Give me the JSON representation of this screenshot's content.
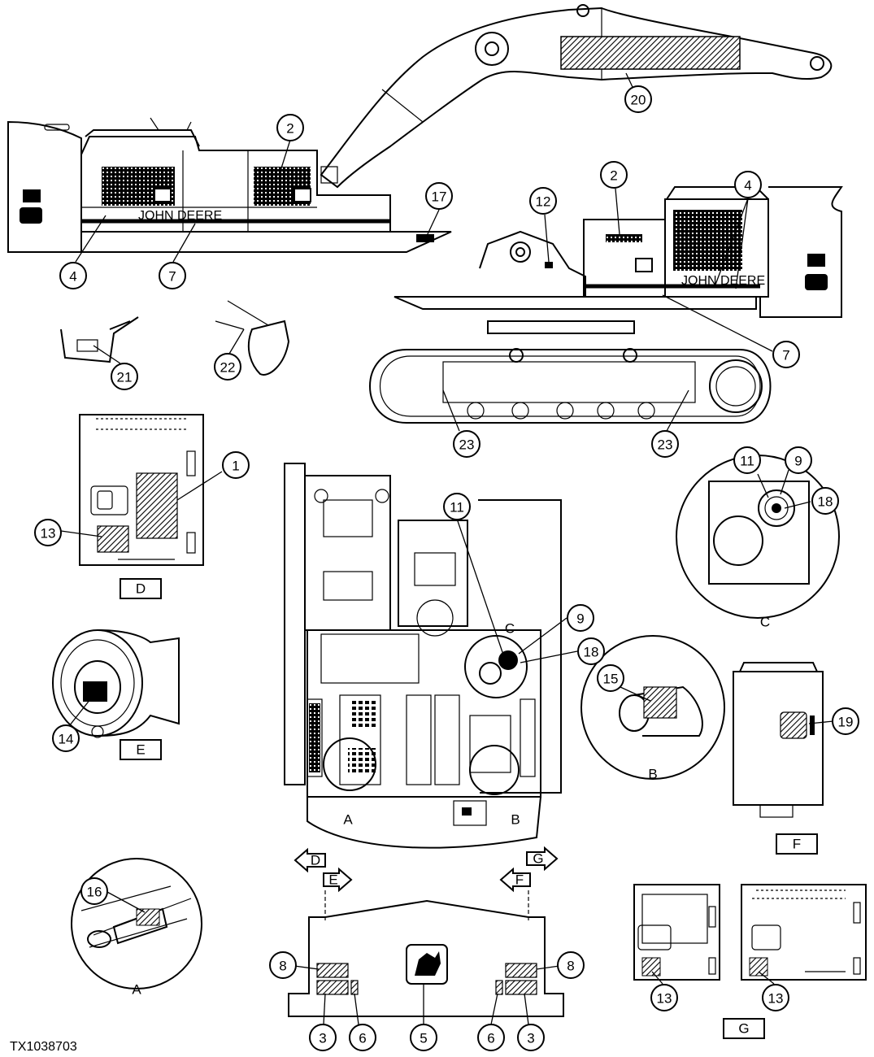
{
  "figure_ref": "TX1038703",
  "brand_text": "JOHN DEERE",
  "callouts": [
    {
      "id": "c20",
      "label": "20"
    },
    {
      "id": "c2a",
      "label": "2"
    },
    {
      "id": "c17",
      "label": "17"
    },
    {
      "id": "c4a",
      "label": "4"
    },
    {
      "id": "c7a",
      "label": "7"
    },
    {
      "id": "c12",
      "label": "12"
    },
    {
      "id": "c2b",
      "label": "2"
    },
    {
      "id": "c4b",
      "label": "4"
    },
    {
      "id": "c7b",
      "label": "7"
    },
    {
      "id": "c21",
      "label": "21"
    },
    {
      "id": "c22",
      "label": "22"
    },
    {
      "id": "c23a",
      "label": "23"
    },
    {
      "id": "c23b",
      "label": "23"
    },
    {
      "id": "c1",
      "label": "1"
    },
    {
      "id": "c13a",
      "label": "13"
    },
    {
      "id": "c11a",
      "label": "11"
    },
    {
      "id": "c9a",
      "label": "9"
    },
    {
      "id": "c18a",
      "label": "18"
    },
    {
      "id": "c11b",
      "label": "11"
    },
    {
      "id": "c9b",
      "label": "9"
    },
    {
      "id": "c18b",
      "label": "18"
    },
    {
      "id": "c14",
      "label": "14"
    },
    {
      "id": "c15",
      "label": "15"
    },
    {
      "id": "c19",
      "label": "19"
    },
    {
      "id": "c16",
      "label": "16"
    },
    {
      "id": "c8a",
      "label": "8"
    },
    {
      "id": "c8b",
      "label": "8"
    },
    {
      "id": "c3a",
      "label": "3"
    },
    {
      "id": "c6a",
      "label": "6"
    },
    {
      "id": "c5",
      "label": "5"
    },
    {
      "id": "c6b",
      "label": "6"
    },
    {
      "id": "c3b",
      "label": "3"
    },
    {
      "id": "c13b",
      "label": "13"
    },
    {
      "id": "c13c",
      "label": "13"
    }
  ],
  "view_boxes": [
    {
      "id": "D",
      "label": "D"
    },
    {
      "id": "E",
      "label": "E"
    },
    {
      "id": "F",
      "label": "F"
    },
    {
      "id": "G",
      "label": "G"
    }
  ],
  "detail_labels": [
    {
      "id": "A",
      "label": "A"
    },
    {
      "id": "B",
      "label": "B"
    },
    {
      "id": "C_main",
      "label": "C"
    },
    {
      "id": "C_detail",
      "label": "C"
    },
    {
      "id": "A_circle",
      "label": "A"
    },
    {
      "id": "B_circle",
      "label": "B"
    }
  ],
  "view_arrows": [
    {
      "id": "D",
      "label": "D"
    },
    {
      "id": "E",
      "label": "E"
    },
    {
      "id": "F",
      "label": "F"
    },
    {
      "id": "G",
      "label": "G"
    }
  ]
}
